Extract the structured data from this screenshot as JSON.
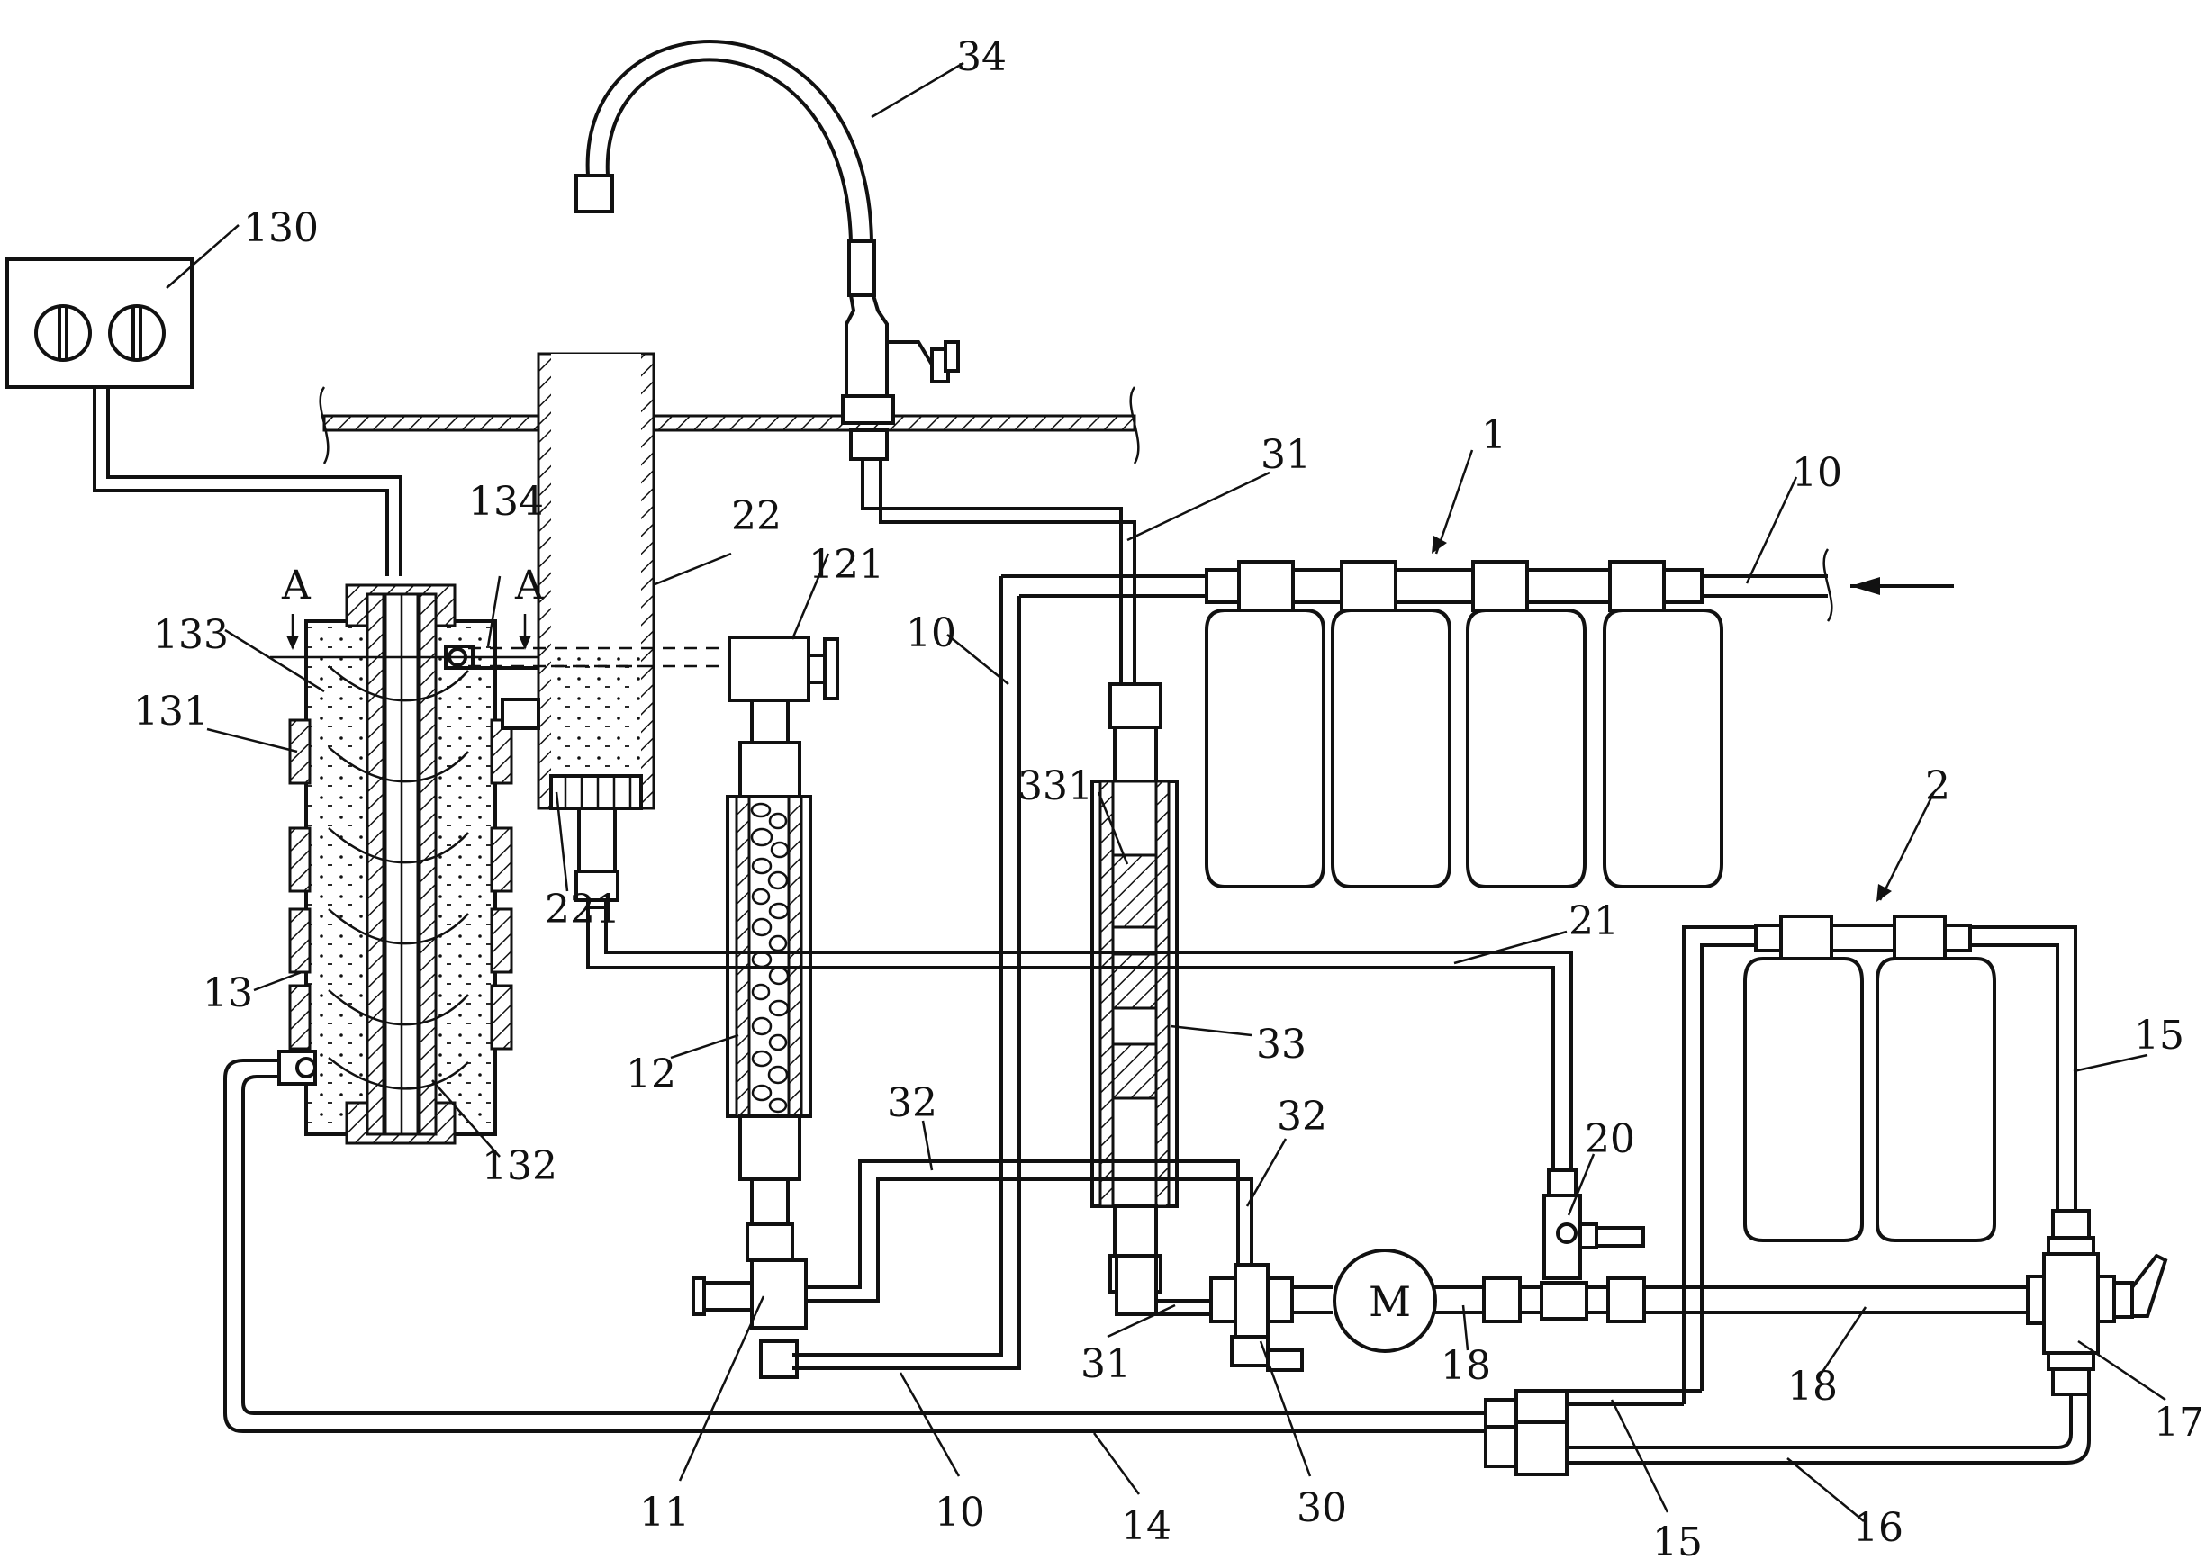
{
  "labels": {
    "l1": "1",
    "l2": "2",
    "l10a": "10",
    "l10b": "10",
    "l10c": "10",
    "l11": "11",
    "l12": "12",
    "l121": "121",
    "l13": "13",
    "l130": "130",
    "l131": "131",
    "l132": "132",
    "l133": "133",
    "l134": "134",
    "l14": "14",
    "l15a": "15",
    "l15b": "15",
    "l16": "16",
    "l17": "17",
    "l18a": "18",
    "l18b": "18",
    "l20": "20",
    "l21": "21",
    "l22": "22",
    "l221": "221",
    "l30": "30",
    "l31a": "31",
    "l31b": "31",
    "l32a": "32",
    "l32b": "32",
    "l33": "33",
    "l331": "331",
    "l34": "34",
    "secA1": "A",
    "secA2": "A",
    "motor": "M"
  }
}
